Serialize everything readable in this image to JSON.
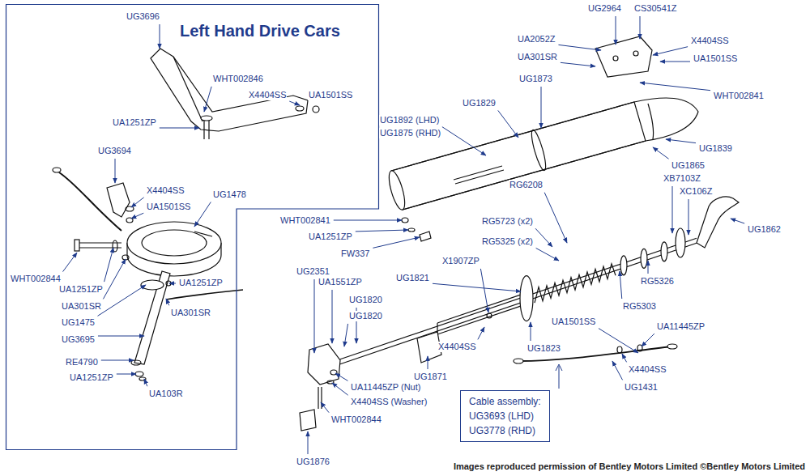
{
  "diagram": {
    "caption": "Images reproduced permission of Bentley Motors Limited ©Bentley Motors Limited",
    "nodes": [
      {
        "text": [
          "Left Hand Drive Cars"
        ]
      },
      {
        "text": [
          "Cable assembly:",
          "UG3693 (LHD)",
          "UG3778 (RHD)"
        ]
      }
    ],
    "labels": [
      "UG3696",
      "WHT002846",
      "X4404SS",
      "UA1501SS",
      "UA1251ZP",
      "UG3694",
      "X4404SS",
      "UA1501SS",
      "UG1478",
      "WHT002844",
      "UA1251ZP",
      "UA1251ZP",
      "UA301SR",
      "UG1475",
      "UG3695",
      "UA301SR",
      "RE4790",
      "UA1251ZP",
      "UA103R",
      "UG2964",
      "CS30541Z",
      "UA2052Z",
      "X4404SS",
      "UA301SR",
      "UA1501SS",
      "UG1873",
      "WHT002841",
      "UG1829",
      "UG1892 (LHD)",
      "UG1875 (RHD)",
      "UG1839",
      "UG1865",
      "RG6208",
      "XB7103Z",
      "XC106Z",
      "WHT002841",
      "RG5723 (x2)",
      "UG1862",
      "UA1251ZP",
      "FW337",
      "RG5325 (x2)",
      "UG2351",
      "X1907ZP",
      "UA1551ZP",
      "UG1821",
      "RG5326",
      "UG1820",
      "UG1820",
      "RG5303",
      "UA1501SS",
      "UA11445ZP",
      "X4404SS",
      "UG1823",
      "UA11445ZP (Nut)",
      "X4404SS (Washer)",
      "UG1871",
      "X4404SS",
      "UG1431",
      "WHT002844",
      "UG1876"
    ]
  }
}
